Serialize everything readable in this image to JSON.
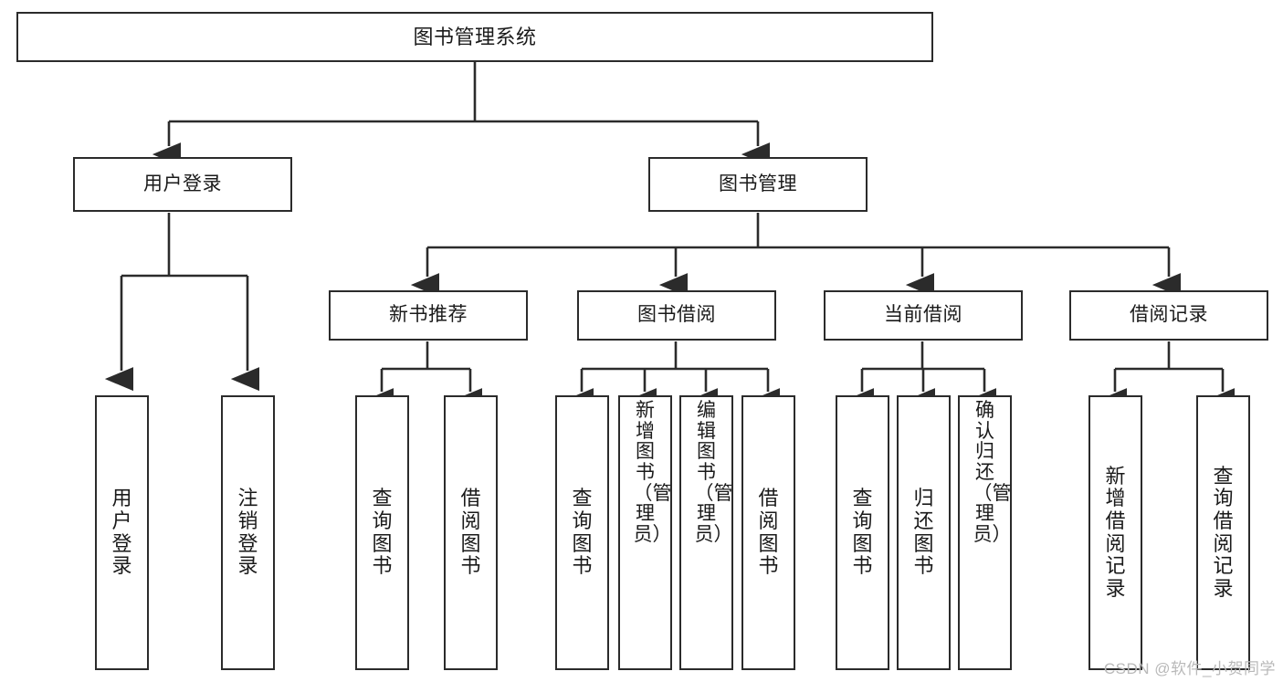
{
  "diagram": {
    "title": "图书管理系统",
    "type": "hierarchy-tree",
    "levels": 4,
    "root": {
      "label": "图书管理系统"
    },
    "level2": [
      {
        "label": "用户登录"
      },
      {
        "label": "图书管理"
      }
    ],
    "level3": [
      {
        "label": "新书推荐"
      },
      {
        "label": "图书借阅"
      },
      {
        "label": "当前借阅"
      },
      {
        "label": "借阅记录"
      }
    ],
    "leaves": {
      "user_login": [
        {
          "label": "用户登录"
        },
        {
          "label": "注销登录"
        }
      ],
      "new_book_recommend": [
        {
          "label": "查询图书"
        },
        {
          "label": "借阅图书"
        }
      ],
      "book_borrow": [
        {
          "label": "查询图书"
        },
        {
          "label": "新增图书（管理员）"
        },
        {
          "label": "编辑图书（管理员）"
        },
        {
          "label": "借阅图书"
        }
      ],
      "current_borrow": [
        {
          "label": "查询图书"
        },
        {
          "label": "归还图书"
        },
        {
          "label": "确认归还（管理员）"
        }
      ],
      "borrow_record": [
        {
          "label": "新增借阅记录"
        },
        {
          "label": "查询借阅记录"
        }
      ]
    }
  },
  "watermark": {
    "text": "CSDN @软件_小贺同学"
  },
  "colors": {
    "stroke": "#2b2b2b",
    "fill": "#ffffff",
    "text": "#1a1a1a",
    "watermark": "#b9b9b9"
  }
}
